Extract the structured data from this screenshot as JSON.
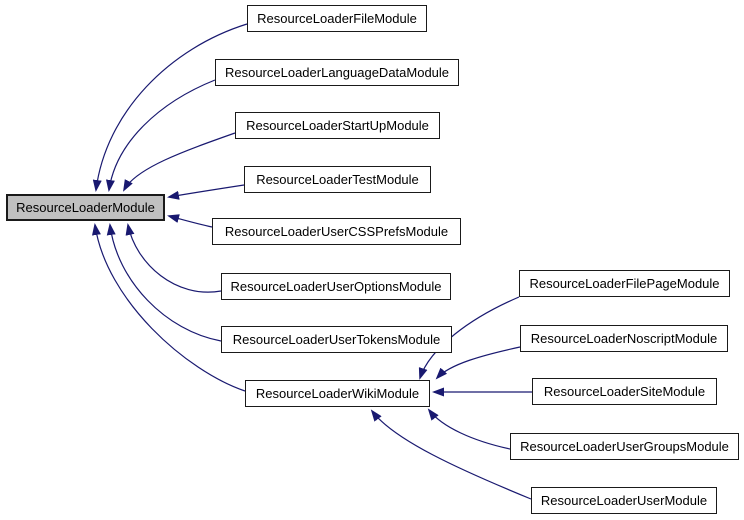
{
  "diagram": {
    "colors": {
      "edge": "#191970",
      "border": "#1a1a1a",
      "node_fill": "#ffffff",
      "root_fill": "#c0c0c0",
      "text": "#000000"
    },
    "nodes": {
      "root": {
        "label": "ResourceLoaderModule"
      },
      "file": {
        "label": "ResourceLoaderFileModule"
      },
      "langdata": {
        "label": "ResourceLoaderLanguageDataModule"
      },
      "startup": {
        "label": "ResourceLoaderStartUpModule"
      },
      "test": {
        "label": "ResourceLoaderTestModule"
      },
      "usercss": {
        "label": "ResourceLoaderUserCSSPrefsModule"
      },
      "useroptions": {
        "label": "ResourceLoaderUserOptionsModule"
      },
      "usertokens": {
        "label": "ResourceLoaderUserTokensModule"
      },
      "wiki": {
        "label": "ResourceLoaderWikiModule"
      },
      "filepage": {
        "label": "ResourceLoaderFilePageModule"
      },
      "noscript": {
        "label": "ResourceLoaderNoscriptModule"
      },
      "site": {
        "label": "ResourceLoaderSiteModule"
      },
      "usergroups": {
        "label": "ResourceLoaderUserGroupsModule"
      },
      "usermodule": {
        "label": "ResourceLoaderUserModule"
      }
    },
    "edges": [
      {
        "from": "file",
        "to": "root"
      },
      {
        "from": "langdata",
        "to": "root"
      },
      {
        "from": "startup",
        "to": "root"
      },
      {
        "from": "test",
        "to": "root"
      },
      {
        "from": "usercss",
        "to": "root"
      },
      {
        "from": "useroptions",
        "to": "root"
      },
      {
        "from": "usertokens",
        "to": "root"
      },
      {
        "from": "wiki",
        "to": "root"
      },
      {
        "from": "filepage",
        "to": "wiki"
      },
      {
        "from": "noscript",
        "to": "wiki"
      },
      {
        "from": "site",
        "to": "wiki"
      },
      {
        "from": "usergroups",
        "to": "wiki"
      },
      {
        "from": "usermodule",
        "to": "wiki"
      }
    ]
  }
}
